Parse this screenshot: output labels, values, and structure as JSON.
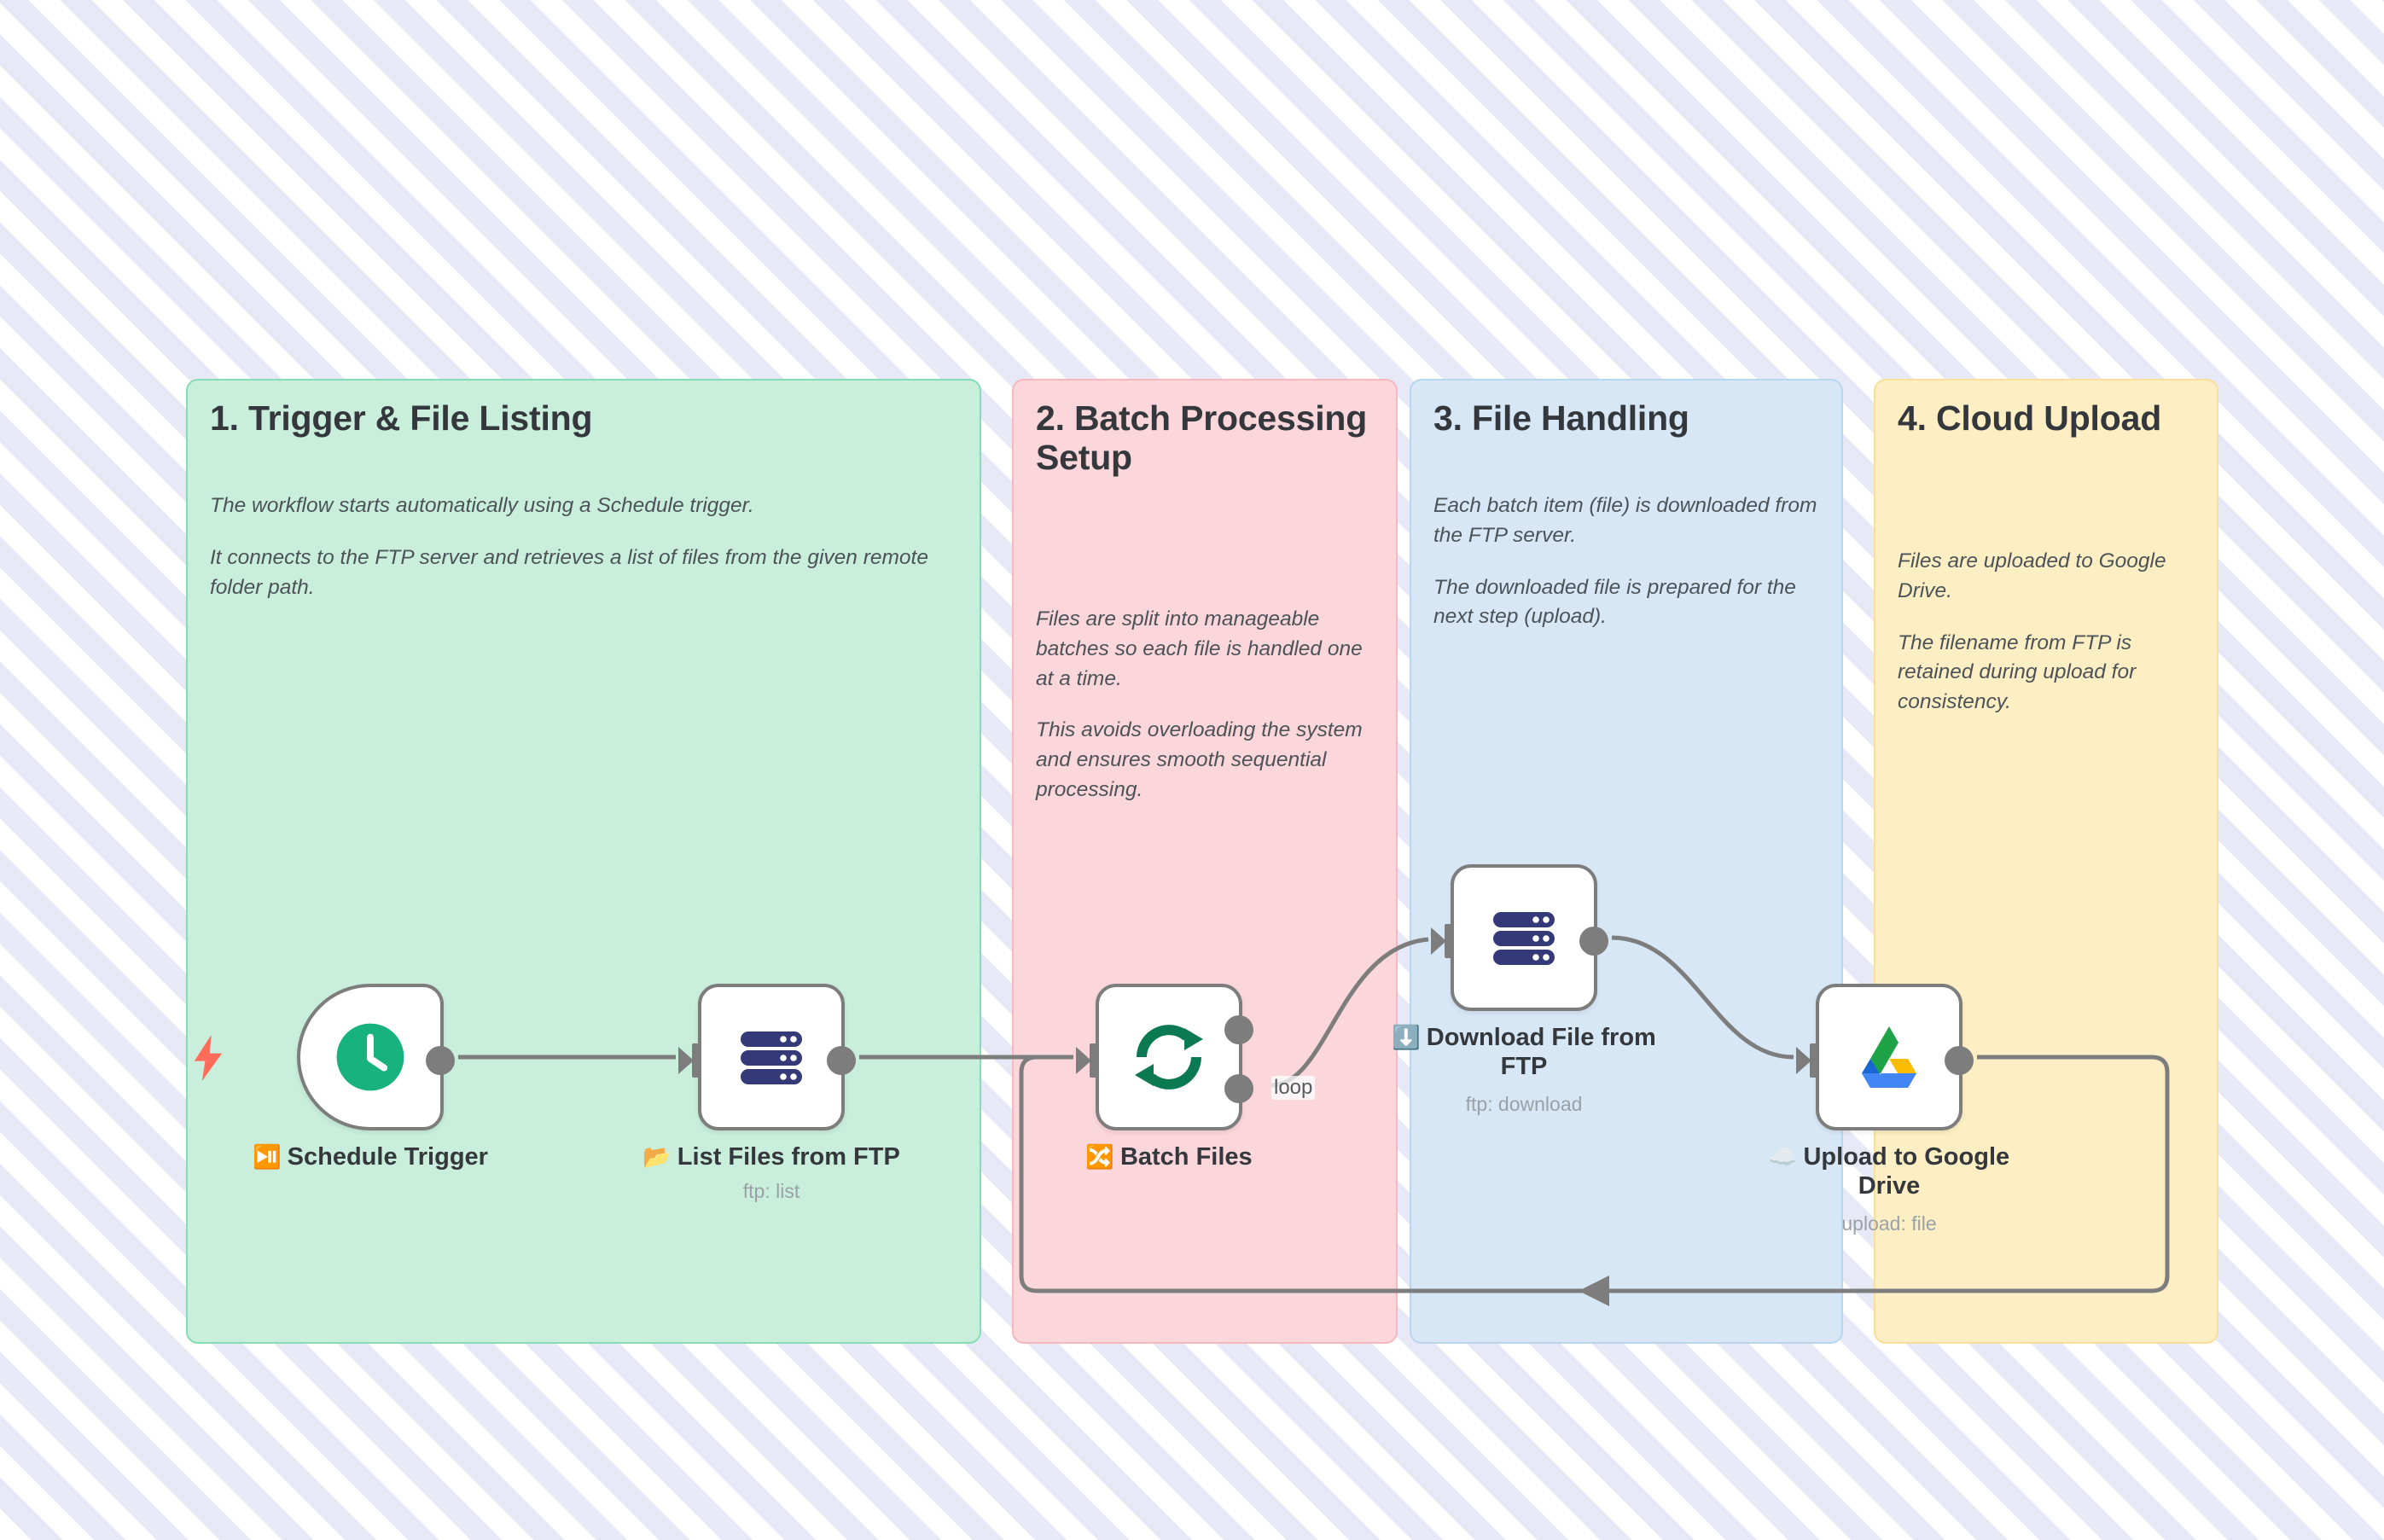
{
  "background": {
    "stripe_color": "#e7e9f6",
    "base_color": "#ffffff"
  },
  "panels": [
    {
      "id": "panel-1",
      "title": "1. Trigger & File Listing",
      "bg": "#c9eedc",
      "border": "#86dcb4",
      "paragraphs": [
        "The workflow starts automatically using a Schedule trigger.",
        "It connects to the FTP server and retrieves a list of files from the given remote folder path."
      ]
    },
    {
      "id": "panel-2",
      "title": "2. Batch Processing Setup",
      "bg": "#fbd6da",
      "border": "#f7b7bd",
      "paragraphs": [
        "Files are split into manageable batches so each file is handled one at a time.",
        "This avoids overloading the system and ensures smooth sequential processing."
      ]
    },
    {
      "id": "panel-3",
      "title": "3. File Handling",
      "bg": "#d7e7f6",
      "border": "#b9d6ef",
      "paragraphs": [
        "Each batch item (file) is downloaded from the FTP server.",
        "The downloaded file is prepared for the next step (upload)."
      ]
    },
    {
      "id": "panel-4",
      "title": "4. Cloud Upload",
      "bg": "#fdeec3",
      "border": "#fadf9b",
      "paragraphs": [
        "Files are uploaded to Google Drive.",
        "The filename from FTP is retained during upload for consistency."
      ]
    }
  ],
  "nodes": [
    {
      "id": "node-schedule",
      "label": "Schedule Trigger",
      "emoji": "⏯️",
      "subtitle": "",
      "icon": "clock-icon",
      "icon_color": "#18b27f",
      "shape": "trigger",
      "has_bolt": true,
      "bolt_icon": "lightning-bolt-icon"
    },
    {
      "id": "node-list",
      "label": "List Files from FTP",
      "emoji": "📂",
      "subtitle": "ftp: list",
      "icon": "server-icon",
      "icon_color": "#333a77",
      "shape": "box",
      "has_bolt": false
    },
    {
      "id": "node-batch",
      "label": "Batch Files",
      "emoji": "🔀",
      "subtitle": "",
      "icon": "loop-refresh-icon",
      "icon_color": "#0b7a52",
      "shape": "box",
      "has_bolt": false,
      "loop_port_label": "loop"
    },
    {
      "id": "node-download",
      "label": "Download File from FTP",
      "emoji": "⬇️",
      "subtitle": "ftp: download",
      "icon": "server-icon",
      "icon_color": "#333a77",
      "shape": "box",
      "has_bolt": false
    },
    {
      "id": "node-drive",
      "label": "Upload to Google Drive",
      "emoji": "☁️",
      "subtitle": "upload: file",
      "icon": "google-drive-icon",
      "icon_color": "#fbbc04",
      "shape": "box",
      "has_bolt": false
    }
  ],
  "connections": {
    "edge_color": "#7d7d7d",
    "edges": [
      {
        "from": "node-schedule",
        "to": "node-list"
      },
      {
        "from": "node-list",
        "to": "node-batch"
      },
      {
        "from": "node-batch",
        "to": "node-download",
        "label": "loop"
      },
      {
        "from": "node-download",
        "to": "node-drive"
      },
      {
        "from": "node-drive",
        "to": "node-batch",
        "type": "loop-back"
      }
    ]
  }
}
